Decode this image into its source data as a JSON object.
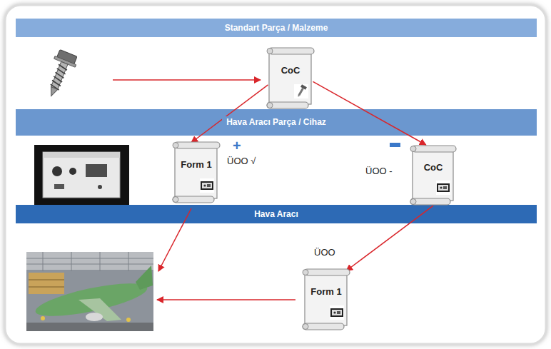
{
  "diagram": {
    "nodes": [
      {
        "text": [
          "Standart Parça / Malzeme"
        ]
      },
      {
        "text": [
          "CoC"
        ]
      },
      {
        "text": [
          "Hava Aracı Parça / Cihaz"
        ]
      },
      {
        "text": [
          "Form 1"
        ]
      },
      {
        "text": [
          "CoC"
        ]
      },
      {
        "text": [
          "Hava Aracı"
        ]
      },
      {
        "text": [
          "Form 1"
        ]
      }
    ],
    "edges": [
      {
        "from": 1,
        "to": 3,
        "arrow": "to"
      },
      {
        "from": 1,
        "to": 4,
        "arrow": "to"
      },
      {
        "from": 4,
        "to": 6,
        "arrow": "to"
      }
    ],
    "labels": [
      "+",
      "ÜOO √",
      "ÜOO -",
      "ÜOO"
    ]
  }
}
